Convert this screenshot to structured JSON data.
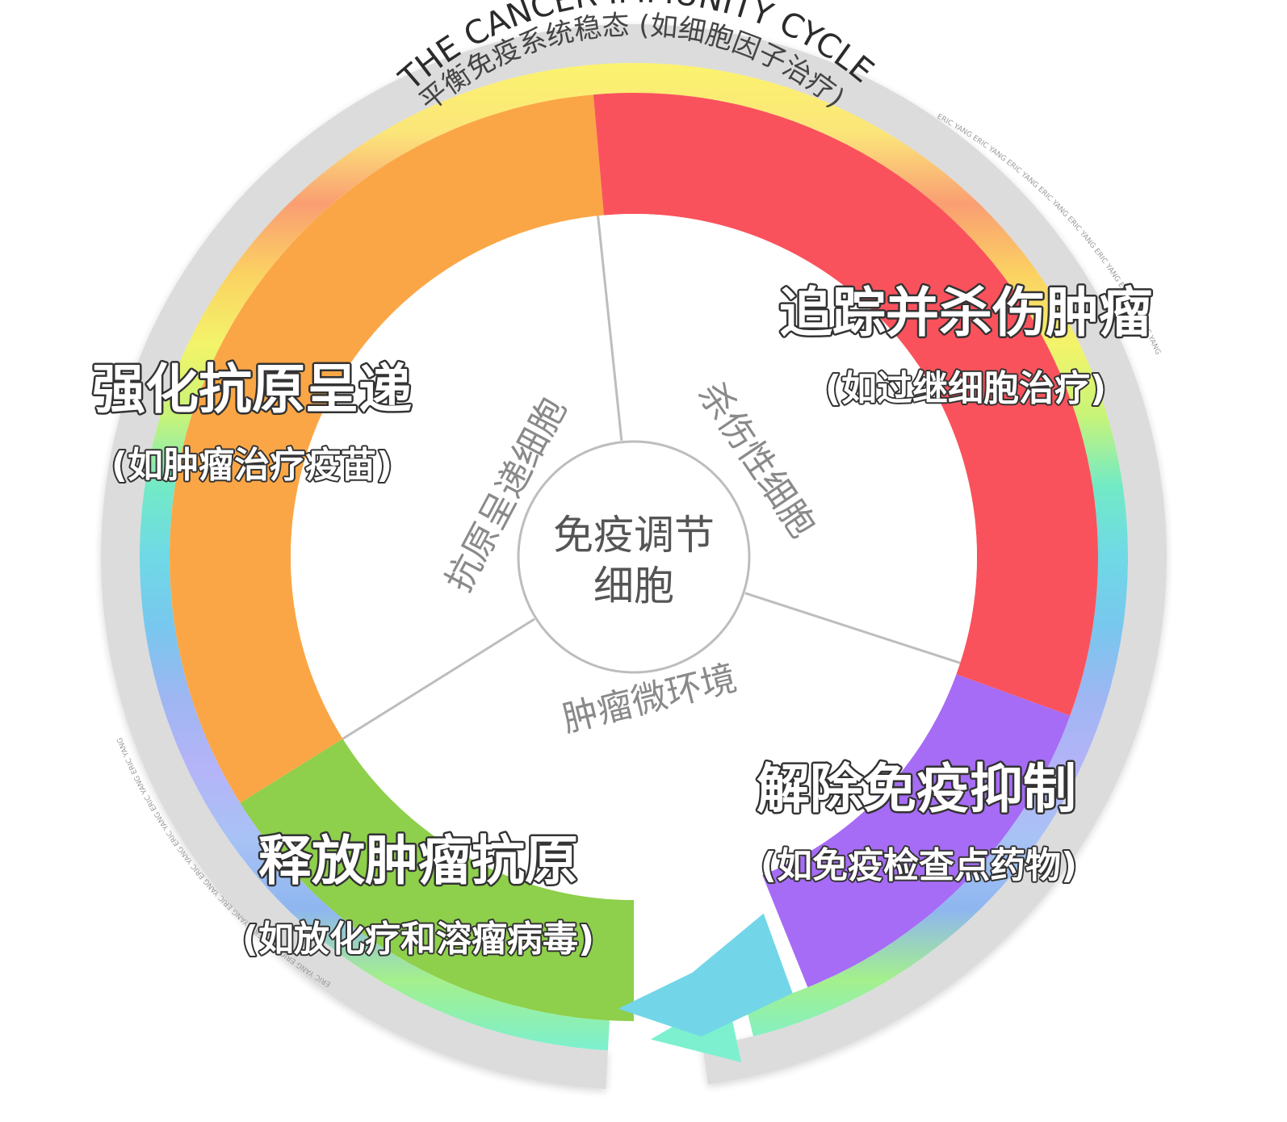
{
  "cycle_title": "THE CANCER-IMMUNITY CYCLE",
  "outer_ring_label": "平衡免疫系统稳态 (如细胞因子治疗)",
  "watermark": "ERIC YANG ERIC YANG ERIC YANG ERIC YANG ERIC YANG ERIC YANG ERIC YANG ERIC YANG",
  "center": {
    "line1": "免疫调节",
    "line2": "细胞"
  },
  "inner_sections": {
    "apc": "抗原呈递细胞",
    "killer": "杀伤性细胞",
    "tme": "肿瘤微环境"
  },
  "segments": {
    "antigen_presentation": {
      "title": "强化抗原呈递",
      "subtitle": "(如肿瘤治疗疫苗)",
      "color": "#FBA646"
    },
    "tumor_killing": {
      "title": "追踪并杀伤肿瘤",
      "subtitle": "(如过继细胞治疗)",
      "color": "#FA525C"
    },
    "release_suppression": {
      "title": "解除免疫抑制",
      "subtitle": "(如免疫检查点药物)",
      "color": "#A66CF5"
    },
    "antigen_release": {
      "title": "释放肿瘤抗原",
      "subtitle": "(如放化疗和溶瘤病毒)",
      "color": "#8ECF4B"
    }
  },
  "rainbow_colors": [
    "#FBF36E",
    "#FBE57A",
    "#FA9E72",
    "#FBD262",
    "#F3F46A",
    "#C8F478",
    "#72EAC6",
    "#6FD9E6",
    "#78C7EE",
    "#9EB6F2",
    "#B5B4F8",
    "#A8C2F5",
    "#8FB6F0",
    "#A4F08C",
    "#7CF0CF"
  ]
}
